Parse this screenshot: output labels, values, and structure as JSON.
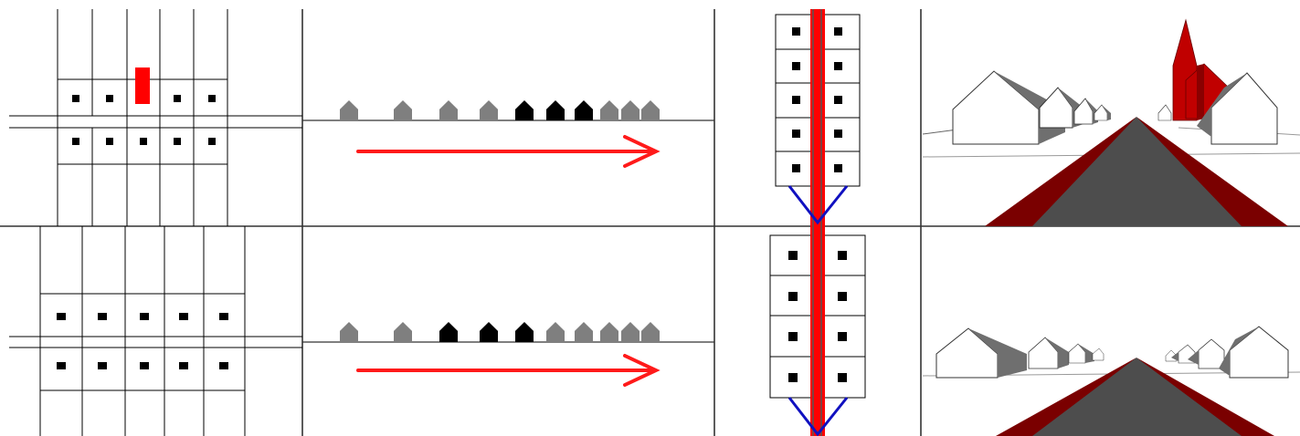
{
  "figure": {
    "rows": [
      {
        "id": "top",
        "plan": {
          "cells_above_road": 5,
          "cells_below_road": 5,
          "highlighted_cell": 3
        },
        "elevation": {
          "houses": [
            "gray",
            "gray",
            "gray",
            "gray",
            "black",
            "black",
            "black",
            "gray",
            "gray",
            "gray"
          ]
        },
        "strip": {
          "cells": 5
        },
        "perspective": {
          "church": true
        }
      },
      {
        "id": "bottom",
        "plan": {
          "cells_above_road": 5,
          "cells_below_road": 5,
          "highlighted_cell": null
        },
        "elevation": {
          "houses": [
            "gray",
            "gray",
            "black",
            "black",
            "black",
            "gray",
            "gray",
            "gray",
            "gray",
            "gray"
          ]
        },
        "strip": {
          "cells": 4
        },
        "perspective": {
          "church": false
        }
      }
    ],
    "colors": {
      "line": "#000000",
      "divider": "#333333",
      "arrow": "#ff0000",
      "house_gray": "#7f7f7f",
      "house_black": "#000000",
      "highlight": "#ff0000",
      "view_cone": "#0000cc",
      "road": "#4d4d4d",
      "verge": "#7a0000",
      "church": "#c00000"
    },
    "icons": [
      "house-icon",
      "arrow-right-icon",
      "church-icon",
      "view-cone-icon"
    ]
  }
}
